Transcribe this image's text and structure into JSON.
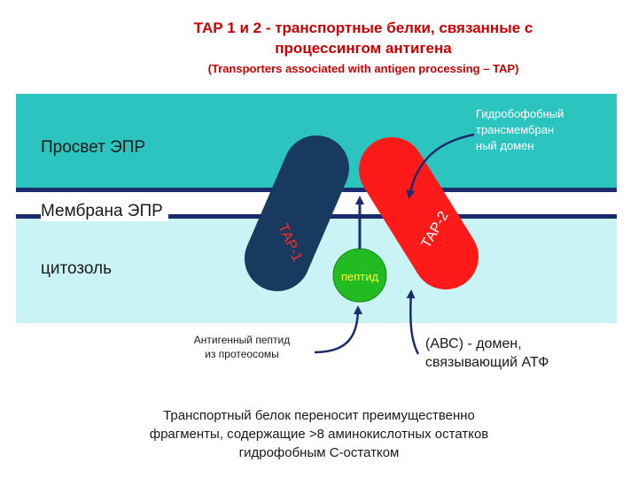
{
  "title": {
    "line1": "ТАР 1 и 2 - транспортные белки, связанные с",
    "line2": "процессингом антигена",
    "subtitle": "(Transporters associated with antigen processing – TAP)"
  },
  "regions": {
    "lumen": "Просвет ЭПР",
    "membrane": "Мембрана ЭПР",
    "cytosol": "цитозоль"
  },
  "proteins": {
    "tap1": "ТАР-1",
    "tap2": "ТАР-2",
    "peptide": "пептид"
  },
  "annotations": {
    "hydrophobic_domain": {
      "line1": "Гидробофобный",
      "line2": "трансмембран",
      "line3": "ный домен"
    },
    "peptide_origin": {
      "line1": "Антигенный пептид",
      "line2": "из протеосомы"
    },
    "abc_domain": {
      "line1": "(АВС) - домен,",
      "line2": "связывающий АТФ"
    }
  },
  "footer": {
    "line1": "Транспортный белок переносит преимущественно",
    "line2": "фрагменты, содержащие >8 аминокислотных остатков",
    "line3": "гидрофобным С-остатком"
  },
  "colors": {
    "lumen": "#2cc4bf",
    "membrane_line": "#1a2b6e",
    "cytosol": "#c9f3f5",
    "tap1": "#173a5e",
    "tap2": "#ff1a1a",
    "peptide": "#22bb22",
    "title": "#cc0000"
  }
}
